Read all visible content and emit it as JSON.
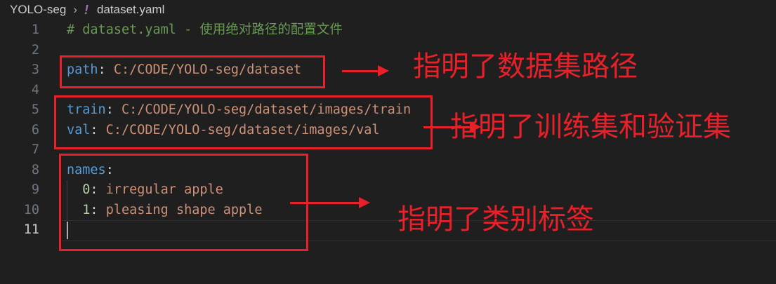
{
  "breadcrumb": {
    "folder": "YOLO-seg",
    "separator": "›",
    "file_icon": "!",
    "file": "dataset.yaml"
  },
  "editor": {
    "current_line": 11,
    "lines": [
      {
        "num": "1",
        "comment": "# dataset.yaml - 使用绝对路径的配置文件"
      },
      {
        "num": "2"
      },
      {
        "num": "3",
        "key": "path",
        "value": "C:/CODE/YOLO-seg/dataset"
      },
      {
        "num": "4"
      },
      {
        "num": "5",
        "key": "train",
        "value": "C:/CODE/YOLO-seg/dataset/images/train"
      },
      {
        "num": "6",
        "key": "val",
        "value": "C:/CODE/YOLO-seg/dataset/images/val"
      },
      {
        "num": "7"
      },
      {
        "num": "8",
        "key": "names"
      },
      {
        "num": "9",
        "key": "0",
        "value": "irregular apple"
      },
      {
        "num": "10",
        "key": "1",
        "value": "pleasing shape apple"
      },
      {
        "num": "11"
      }
    ],
    "colon": ":"
  },
  "annotations": {
    "path_note": "指明了数据集路径",
    "train_val_note": "指明了训练集和验证集",
    "names_note": "指明了类别标签",
    "color": "#e8202a"
  }
}
